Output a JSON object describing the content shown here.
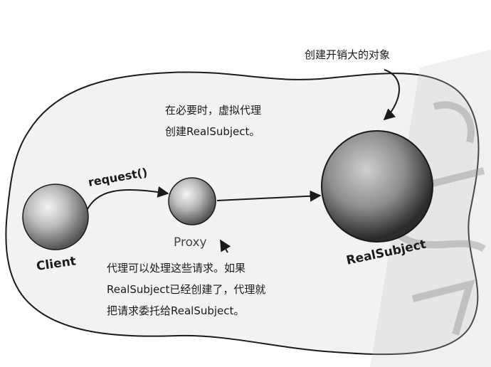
{
  "labels": {
    "client": "Client",
    "proxy": "Proxy",
    "real_subject": "RealSubject",
    "request": "request()"
  },
  "notes": {
    "top_annotation": "创建开销大的对象",
    "virtual_proxy": [
      "在必要时，虚拟代理",
      "创建RealSubject。"
    ],
    "proxy_handles": [
      "代理可以处理这些请求。如果",
      "RealSubject已经创建了，代理就",
      "把请求委托给RealSubject。"
    ]
  },
  "colors": {
    "blob_fill": "#f2f2f2",
    "outline": "#1a1a1a",
    "watermark": "#9a9a9a"
  }
}
